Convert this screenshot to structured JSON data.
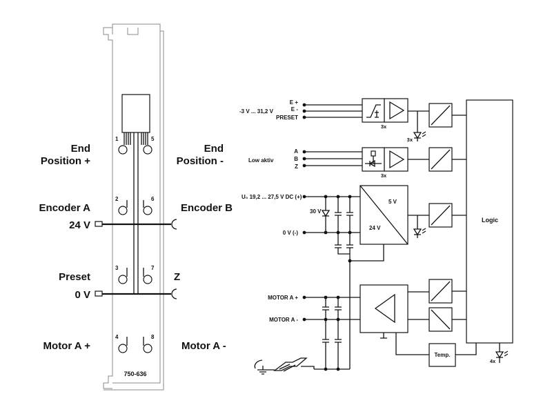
{
  "module": {
    "part_number": "750-636",
    "labels": {
      "end_pos_plus": [
        "End",
        "Position +"
      ],
      "end_pos_minus": [
        "End",
        "Position -"
      ],
      "encoder_a": "Encoder A",
      "encoder_b": "Encoder B",
      "v24": "24 V",
      "preset": "Preset",
      "z": "Z",
      "v0": "0 V",
      "motor_a_plus": "Motor A +",
      "motor_a_minus": "Motor A -"
    },
    "terminals": [
      "1",
      "2",
      "3",
      "4",
      "5",
      "6",
      "7",
      "8"
    ]
  },
  "circuit": {
    "inputs1": {
      "pins": [
        "E +",
        "E -",
        "PRESET"
      ],
      "range": "-3 V ... 31,2 V",
      "multiplier": "3x",
      "led_mult": "3x"
    },
    "inputs2": {
      "pins": [
        "A",
        "B",
        "Z"
      ],
      "note": "Low aktiv",
      "multiplier": "3x"
    },
    "power": {
      "supply": "U₀ 19,2 ... 27,5 V DC (+)",
      "ground": "0 V (-)",
      "zener": "30 V",
      "out_v": "5 V",
      "in_v": "24 V"
    },
    "motor": {
      "plus": "MOTOR A +",
      "minus": "MOTOR A -"
    },
    "logic": "Logic",
    "temp": "Temp.",
    "led_count": "4x"
  }
}
